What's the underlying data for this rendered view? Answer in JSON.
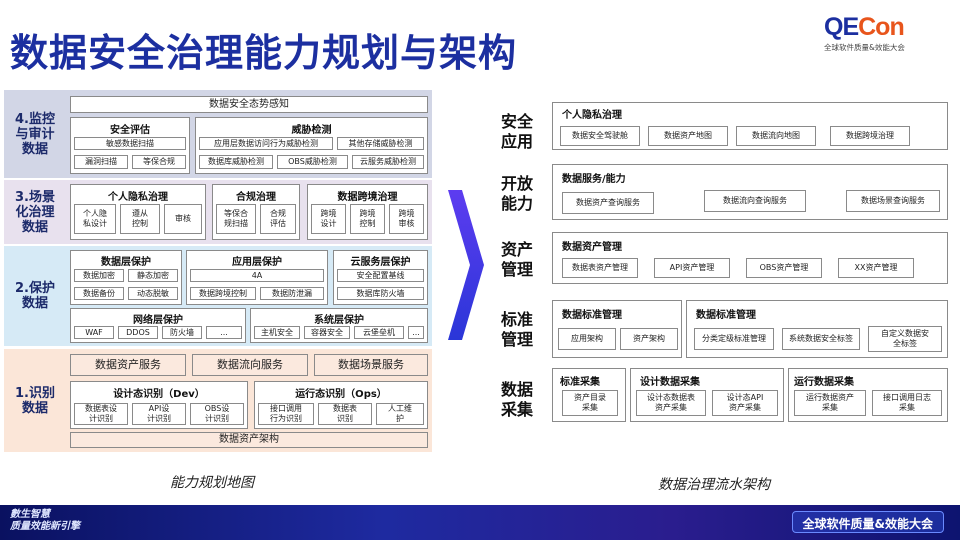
{
  "slide": {
    "title": "数据安全治理能力规划与架构",
    "logo": {
      "main_qe": "QE",
      "main_con": "Con",
      "sub": "全球软件质量&效能大会"
    }
  },
  "left": {
    "caption": "能力规划地图",
    "rows": {
      "monitor": {
        "label": "4.监控\n与审计\n数据",
        "top_bar": "数据安全态势感知",
        "security_eval": {
          "title": "安全评估",
          "items": [
            "敏感数据扫描",
            "漏洞扫描",
            "等保合规"
          ]
        },
        "threat": {
          "title": "威胁检测",
          "items": [
            "应用层数据访问行为威胁检测",
            "其他存储威胁检测",
            "数据库威胁检测",
            "OBS威胁检测",
            "云服务威胁检测"
          ]
        }
      },
      "scenario": {
        "label": "3.场景\n化治理\n数据",
        "privacy": {
          "title": "个人隐私治理",
          "items": [
            "个人隐\n私设计",
            "遵从\n控制",
            "审核"
          ]
        },
        "compliance": {
          "title": "合规治理",
          "items": [
            "等保合\n规扫描",
            "合规\n评估"
          ]
        },
        "cross": {
          "title": "数据跨境治理",
          "items": [
            "跨境\n设计",
            "跨境\n控制",
            "跨境\n审核"
          ]
        }
      },
      "protect": {
        "label": "2.保护\n数据",
        "data_layer": {
          "title": "数据层保护",
          "items": [
            "数据加密",
            "静态加密",
            "数据备份",
            "动态脱敏"
          ]
        },
        "app_layer": {
          "title": "应用层保护",
          "items": [
            "4A",
            "数据跨境控制",
            "数据防泄漏"
          ]
        },
        "cloud_layer": {
          "title": "云服务层保护",
          "items": [
            "安全配置基线",
            "数据库防火墙"
          ]
        },
        "network_layer": {
          "title": "网络层保护",
          "items": [
            "WAF",
            "DDOS",
            "防火墙",
            "..."
          ]
        },
        "system_layer": {
          "title": "系统层保护",
          "items": [
            "主机安全",
            "容器安全",
            "云堡垒机",
            "..."
          ]
        }
      },
      "identify": {
        "label": "1.识别\n数据",
        "services": [
          "数据资产服务",
          "数据流向服务",
          "数据场景服务"
        ],
        "dev": {
          "title": "设计态识别（Dev）",
          "items": [
            "数据表设\n计识别",
            "API设\n计识别",
            "OBS设\n计识别"
          ]
        },
        "ops": {
          "title": "运行态识别（Ops）",
          "items": [
            "接口调用\n行为识别",
            "数据表\n识别",
            "人工维\n护"
          ]
        },
        "bottom_bar": "数据资产架构"
      }
    }
  },
  "right": {
    "caption": "数据治理流水架构",
    "sections": {
      "security_app": {
        "label": "安全\n应用",
        "title": "个人隐私治理",
        "items": [
          "数据安全驾驶舱",
          "数据资产地图",
          "数据流向地图",
          "数据跨境治理"
        ]
      },
      "open": {
        "label": "开放\n能力",
        "title": "数据服务/能力",
        "items": [
          "数据资产查询服务",
          "数据流向查询服务",
          "数据场景查询服务"
        ]
      },
      "asset": {
        "label": "资产\n管理",
        "title": "数据资产管理",
        "items": [
          "数据表资产管理",
          "API资产管理",
          "OBS资产管理",
          "XX资产管理"
        ]
      },
      "standard": {
        "label": "标准\n管理",
        "left_title": "数据标准管理",
        "left_items": [
          "应用架构",
          "资产架构"
        ],
        "right_title": "数据标准管理",
        "right_items": [
          "分类定级标准管理",
          "系统数据安全标签",
          "自定义数据安\n全标签"
        ]
      },
      "collect": {
        "label": "数据\n采集",
        "std_title": "标准采集",
        "std_items": [
          "资产目录\n采集"
        ],
        "design_title": "设计数据采集",
        "design_items": [
          "设计态数据表\n资产采集",
          "设计态API\n资产采集"
        ],
        "run_title": "运行数据采集",
        "run_items": [
          "运行数据资产\n采集",
          "接口调用日志\n采集"
        ]
      }
    }
  },
  "footer": {
    "left_line1": "數生智慧",
    "left_line2": "质量效能新引擎",
    "right": "全球软件质量&效能大会"
  },
  "colors": {
    "title": "#1c2fa0",
    "logo_orange": "#e8551c",
    "chevron": "#3b2ee0",
    "row4_bg": "#d2d6e6",
    "row3_bg": "#e8e1ee",
    "row2_bg": "#d6eaf6",
    "row1_bg": "#fbe6d8"
  }
}
